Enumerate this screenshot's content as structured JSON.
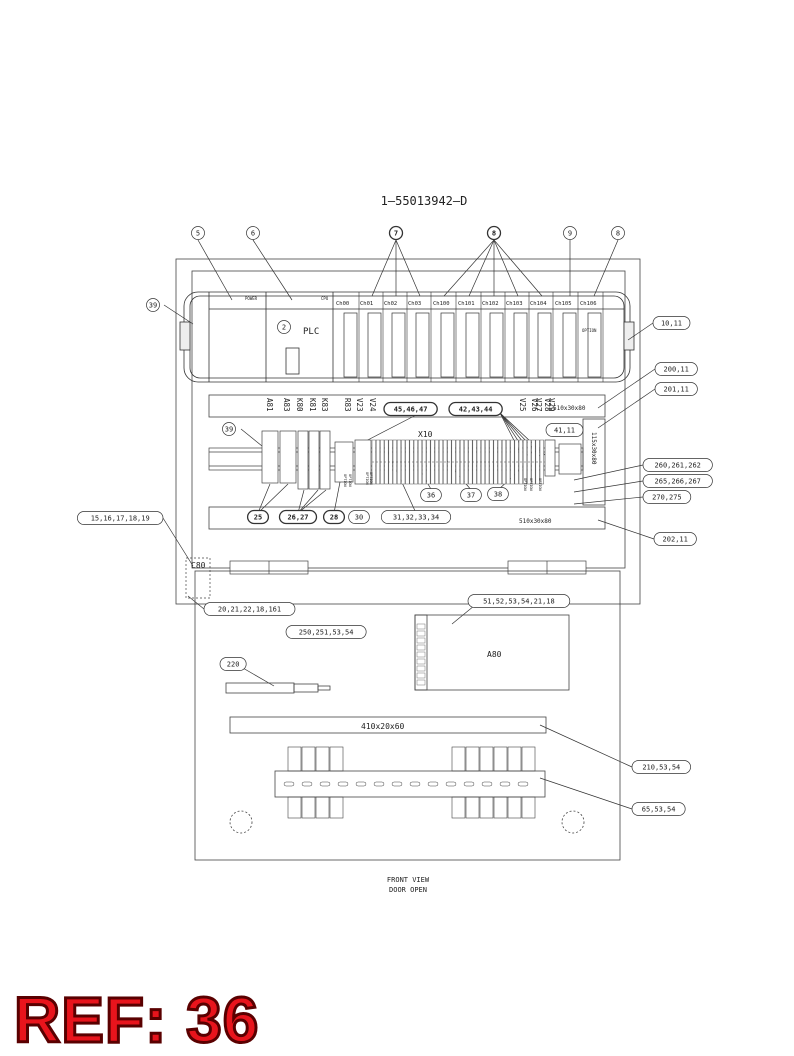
{
  "drawing_number": "1—55013942—D",
  "balloons": [
    "5",
    "6",
    "7",
    "8",
    "9",
    "8",
    "39",
    "39",
    "2"
  ],
  "plc": {
    "label": "PLC",
    "power_label": "POWER",
    "cpu_label": "CPU",
    "option_label": "OPTION",
    "slots": [
      "Ch00",
      "Ch01",
      "Ch02",
      "Ch03",
      "Ch100",
      "Ch101",
      "Ch102",
      "Ch103",
      "Ch104",
      "Ch105",
      "Ch106"
    ]
  },
  "vertical_labels": [
    "A81",
    "A83",
    "K80",
    "K81",
    "K83",
    "R83",
    "V23",
    "V24",
    "V25",
    "V26",
    "V27",
    "V28",
    "V29"
  ],
  "terminal_label": "X10",
  "small_labels": [
    "OPTION",
    "OPTION",
    "OPTION",
    "OPTION",
    "OPTION",
    "OPTION",
    "OPTION"
  ],
  "callouts": {
    "c10_11": "10,11",
    "c200_11": "200,11",
    "c201_11": "201,11",
    "c41_11": "41,11",
    "c260": "260,261,262",
    "c265": "265,266,267",
    "c270": "270,275",
    "c202_11": "202,11",
    "c15": "15,16,17,18,19",
    "c20": "20,21,22,18,161",
    "c51": "51,52,53,54,21,18",
    "c250": "250,251,53,54",
    "c220": "220",
    "c210": "210,53,54",
    "c65": "65,53,54",
    "c45": "45,46,47",
    "c42": "42,43,44",
    "c36": "36",
    "c37": "37",
    "c38": "38",
    "c25": "25",
    "c26": "26,27",
    "c28": "28",
    "c30": "30",
    "c31": "31,32,33,34"
  },
  "duct_labels": [
    "510x30x80",
    "510x30x80",
    "115x30x80",
    "410x20x60"
  ],
  "c80_label": "C80",
  "a80_label": "A80",
  "view_title": [
    "FRONT VIEW",
    "DOOR OPEN"
  ],
  "ref_label": "REF: 36"
}
